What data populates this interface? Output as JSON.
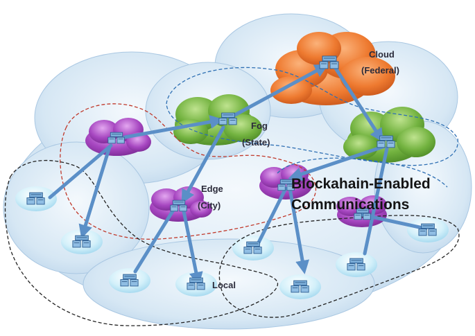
{
  "labels": {
    "cloud": "Cloud",
    "cloud_sub": "(Federal)",
    "fog": "Fog",
    "fog_sub": "(State)",
    "edge": "Edge",
    "edge_sub": "(City)",
    "local": "Local",
    "caption_line1": "Blockahain-Enabled",
    "caption_line2": "Communications"
  },
  "colors": {
    "background_cloud": "#cfe2f1",
    "cloud_tier": "#f07a2c",
    "fog_tier": "#6fae3c",
    "edge_tier": "#9c3fb3",
    "local_tier": "#c9ecf8",
    "links": "#5b8fc7",
    "boundary_red": "#c0392b",
    "boundary_blue": "#2e6fb3",
    "boundary_black": "#222222"
  },
  "icons": [
    "server-rack-icon",
    "arrow-icon"
  ]
}
